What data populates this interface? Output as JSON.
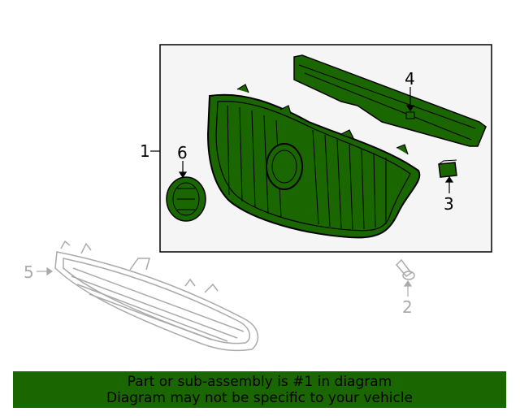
{
  "callouts": {
    "c1": "1",
    "c2": "2",
    "c3": "3",
    "c4": "4",
    "c5": "5",
    "c6": "6"
  },
  "banner": {
    "line1": "Part or sub-assembly is #1 in diagram",
    "line2": "Diagram may not be specific to your vehicle"
  },
  "colors": {
    "highlight_fill": "#1a6600",
    "outline": "#000000",
    "ghost": "#aaaaaa",
    "panel_bg": "#f5f5f5"
  }
}
